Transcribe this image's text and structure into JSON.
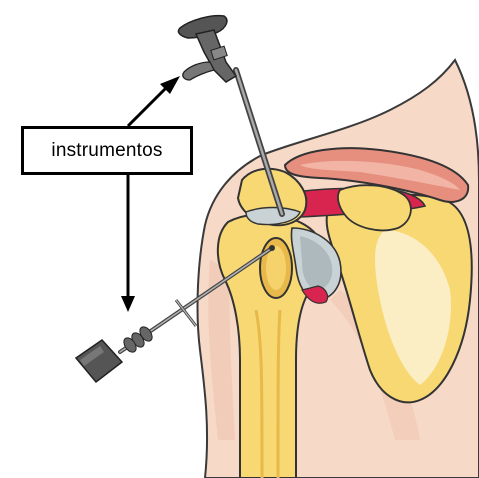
{
  "diagram": {
    "label": "instrumentos"
  },
  "colors": {
    "skin": "#f6d9c7",
    "skin_shadow": "#eeb8a3",
    "bone": "#f7d873",
    "bone_light": "#fbeec4",
    "bone_dark": "#e8b94a",
    "cartilage": "#c9d3d6",
    "inflammation": "#d8254f",
    "muscle": "#e78f7e",
    "instrument_dark": "#444444",
    "instrument_light": "#a9a9a9",
    "outline": "#222222"
  },
  "icons": {
    "arthroscope": "arthroscope-instrument",
    "probe": "probe-instrument"
  }
}
